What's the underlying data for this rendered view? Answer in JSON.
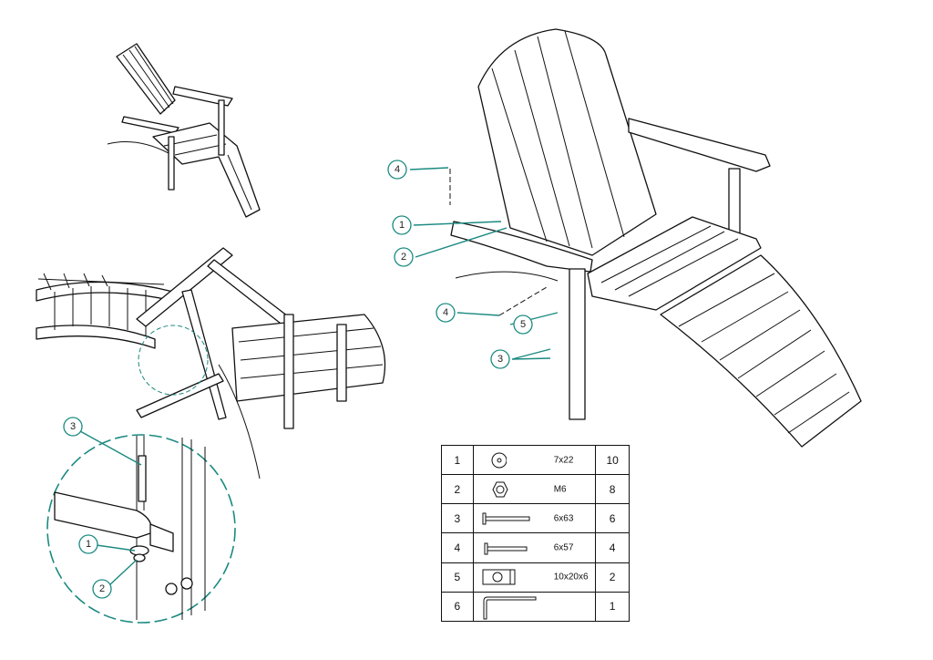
{
  "colors": {
    "accent": "#1a8a80",
    "line": "#111111"
  },
  "main_view": {
    "callouts": [
      "4",
      "1",
      "2",
      "4",
      "5",
      "3"
    ]
  },
  "detail_view": {
    "callouts": [
      "3",
      "1",
      "2"
    ]
  },
  "parts_table": {
    "rows": [
      {
        "no": "1",
        "icon": "washer-icon",
        "size": "7x22",
        "qty": "10"
      },
      {
        "no": "2",
        "icon": "hex-nut-icon",
        "size": "M6",
        "qty": "8"
      },
      {
        "no": "3",
        "icon": "carriage-bolt-long-icon",
        "size": "6x63",
        "qty": "6"
      },
      {
        "no": "4",
        "icon": "carriage-bolt-short-icon",
        "size": "6x57",
        "qty": "4"
      },
      {
        "no": "5",
        "icon": "spacer-block-icon",
        "size": "10x20x6",
        "qty": "2"
      },
      {
        "no": "6",
        "icon": "allen-key-icon",
        "size": "",
        "qty": "1"
      }
    ]
  }
}
